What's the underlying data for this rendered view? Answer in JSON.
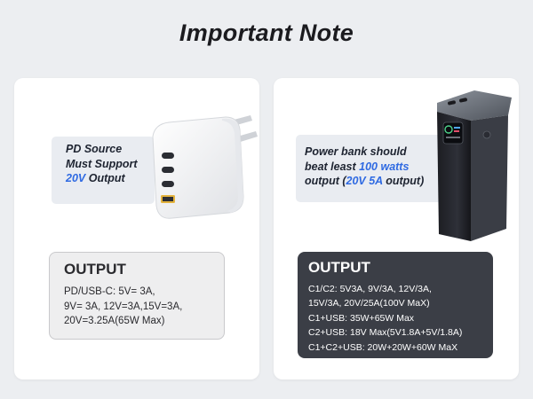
{
  "header": {
    "title": "Important Note"
  },
  "left_card": {
    "note": {
      "line1": "PD Source",
      "line2": "Must Support",
      "line3_highlight": "20V",
      "line3_rest": " Output"
    },
    "output": {
      "title": "OUTPUT",
      "lines": [
        "PD/USB-C: 5V= 3A,",
        "9V= 3A, 12V=3A,15V=3A,",
        "20V=3.25A(65W Max)"
      ]
    },
    "product_icon": "usb-c-wall-charger-icon"
  },
  "right_card": {
    "note": {
      "line1": "Power bank should",
      "line2_start": "beat least ",
      "line2_highlight": "100 watts",
      "line3_start": "output (",
      "line3_highlight": "20V 5A",
      "line3_rest": " output)"
    },
    "output": {
      "title": "OUTPUT",
      "lines": [
        "C1/C2: 5V3A, 9V/3A, 12V/3A,",
        "15V/3A, 20V/25A(100V MaX)",
        "C1+USB: 35W+65W Max",
        "C2+USB: 18V Max(5V1.8A+5V/1.8A)",
        "C1+C2+USB: 20W+20W+60W MaX"
      ]
    },
    "product_icon": "power-bank-icon"
  },
  "colors": {
    "highlight": "#2f6ae2",
    "dark_box": "#3b3e46",
    "background": "#eceef1"
  }
}
